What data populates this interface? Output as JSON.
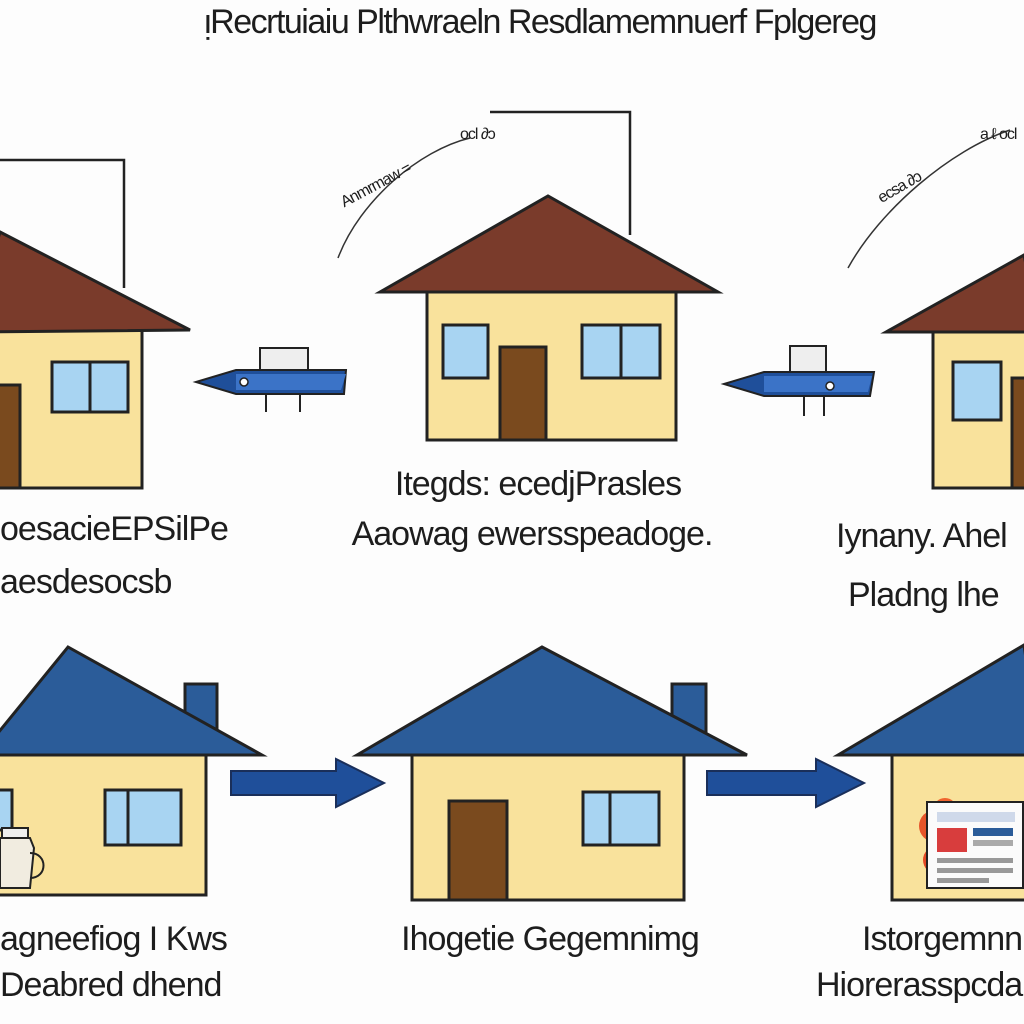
{
  "title": "ᴉRecrtuiaiu Plthwraeln Resdlamemnuerf Fplgereg",
  "colors": {
    "wall": "#f9e29c",
    "outline": "#222222",
    "roof_brown": "#7a3b2b",
    "roof_blue": "#2b5c99",
    "window": "#a8d4f2",
    "door": "#7a4a1e",
    "arrow_blue": "#1f4f9a",
    "chimney": "#2b5c99"
  },
  "row1": {
    "captions": [
      {
        "line1": "oesacieEPSilPe",
        "line2": "aesdesocsb"
      },
      {
        "line1": "Itegds: ecedjPrasles",
        "line2": "Aaowag ewersspeadoge."
      },
      {
        "line1": "Iynany. Ahel",
        "line2": "Pladng lhe"
      }
    ],
    "annotations": [
      "Anmrmaw =",
      "ocl ∂ɔ",
      "ecsa ∂ɔ",
      "a ℓ ocl"
    ]
  },
  "row2": {
    "captions": [
      {
        "line1": "agneefiog I Kws",
        "line2": "Deabred dhend"
      },
      {
        "line1": "Ihogetie Gegemnimg",
        "line2": ""
      },
      {
        "line1": "Istorgemnn",
        "line2": "Hiorerasspcda"
      }
    ]
  },
  "icons": {
    "rocket": "rocket-icon",
    "arrow": "arrow-right-icon",
    "jar": "jar-icon",
    "poster": "poster-icon"
  }
}
